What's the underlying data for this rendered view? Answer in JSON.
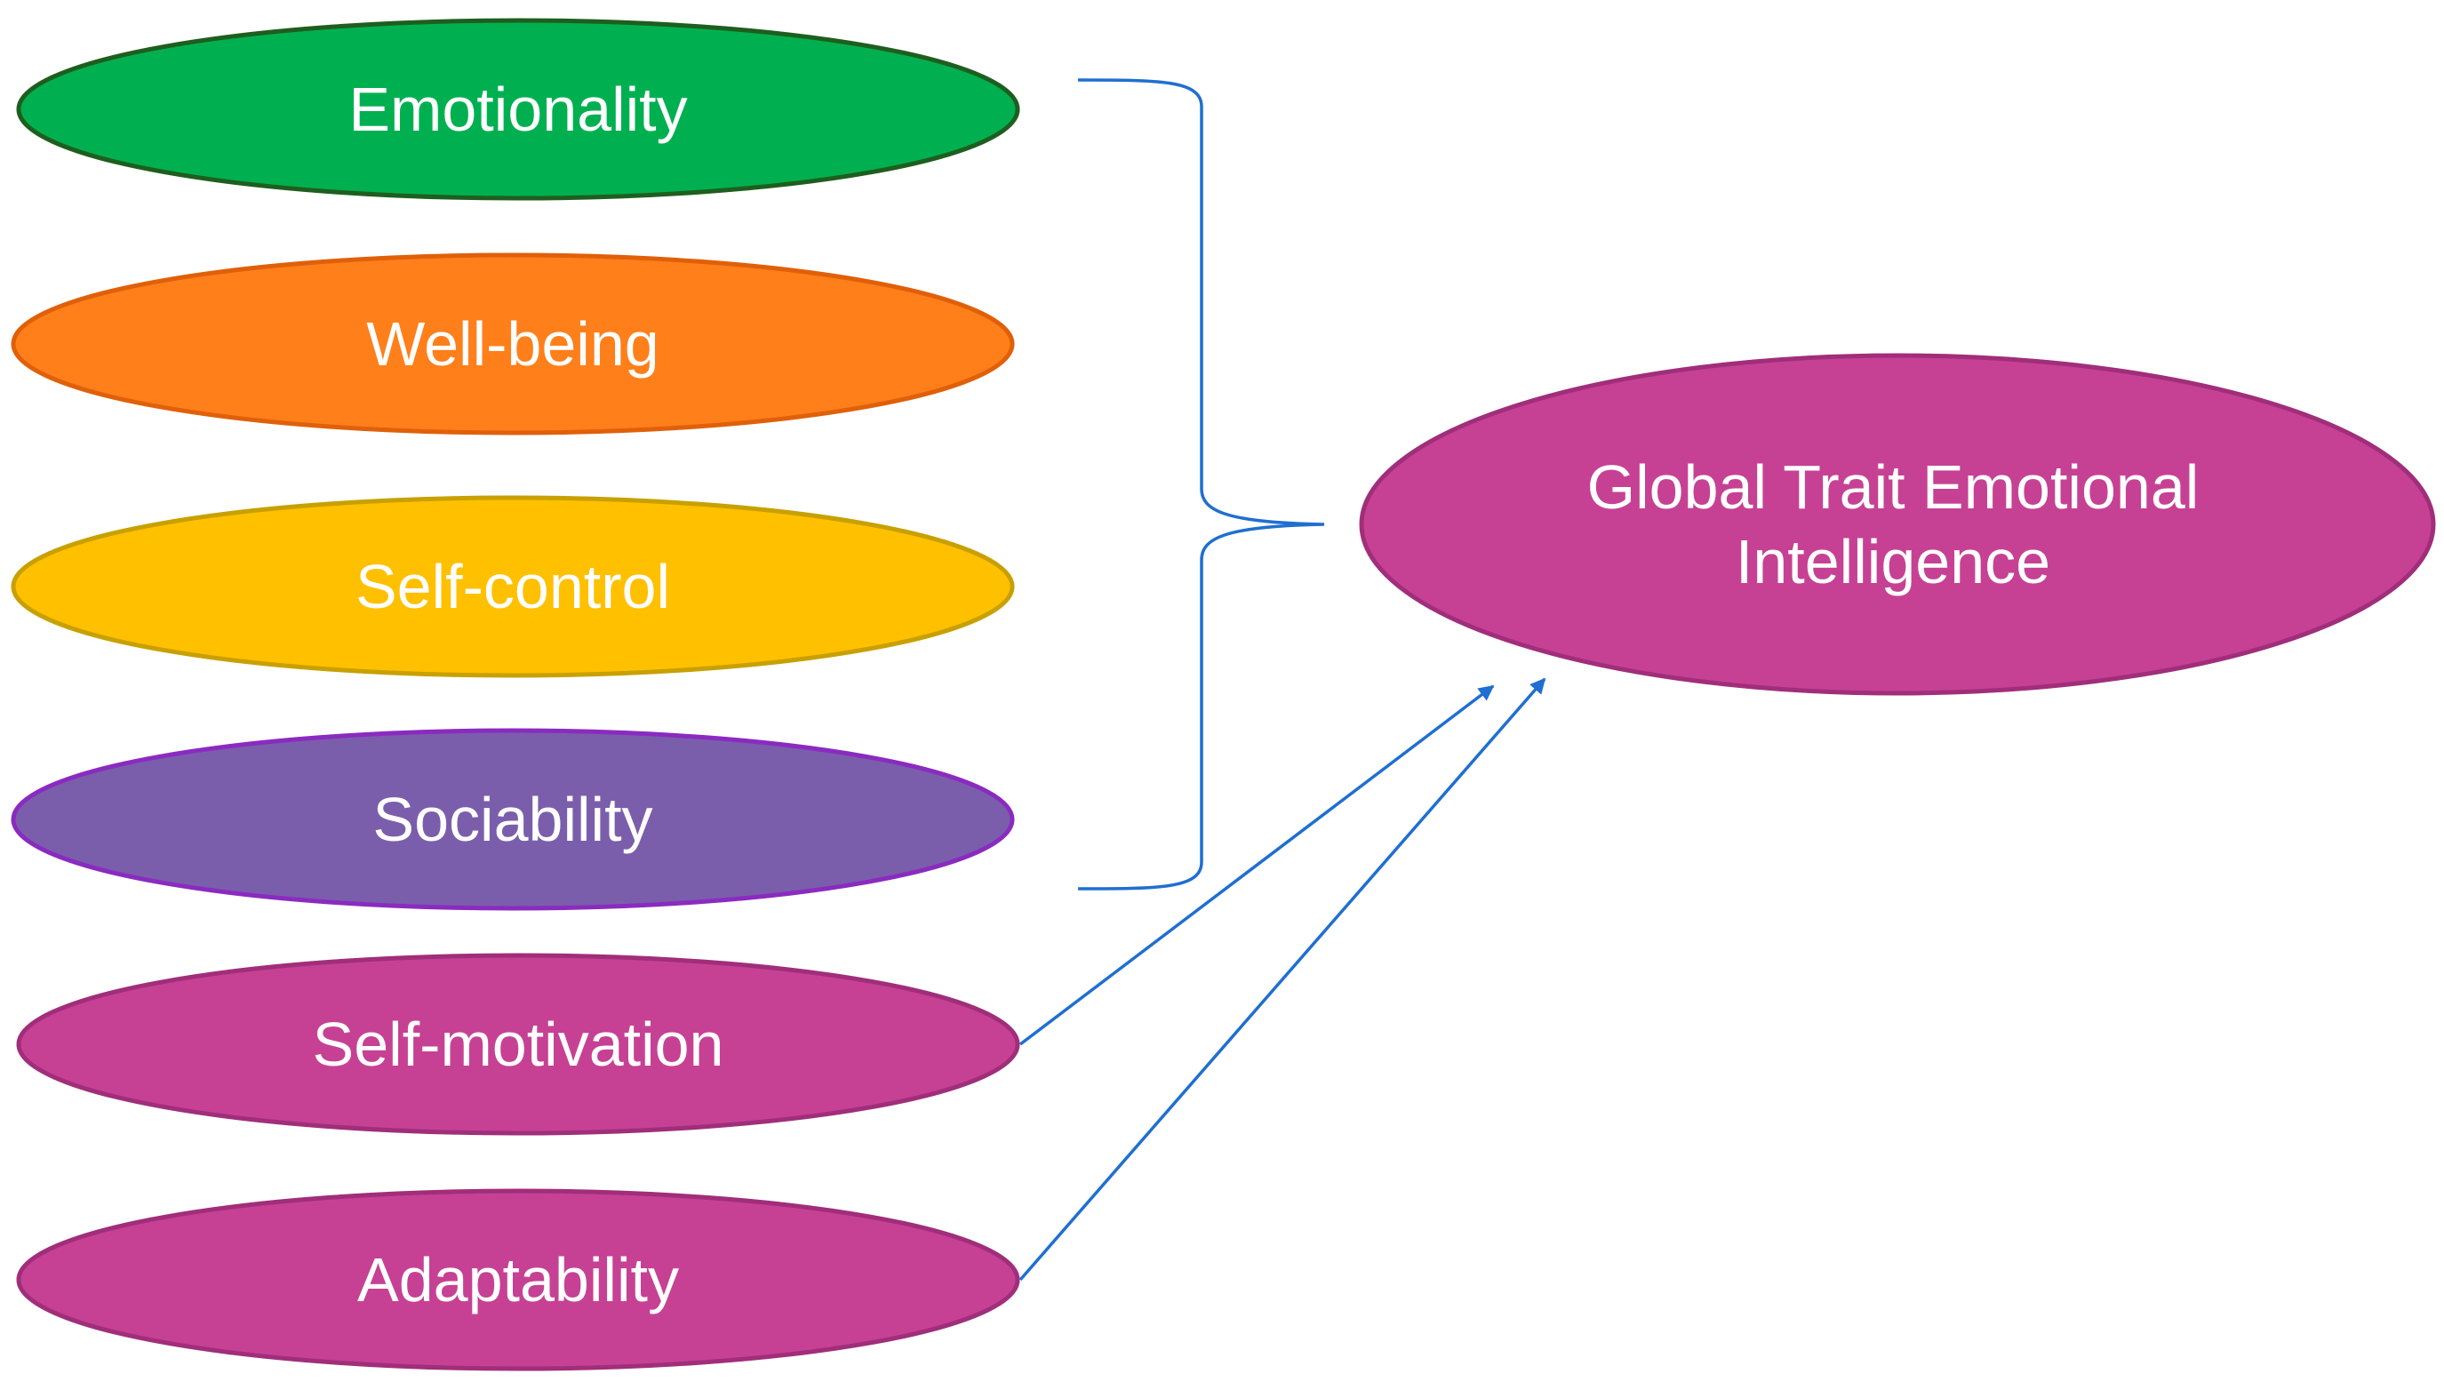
{
  "diagram": {
    "factors": [
      {
        "id": "emotionality",
        "label": "Emotionality",
        "fill": "#00B050",
        "stroke": "#1E5E1E"
      },
      {
        "id": "well-being",
        "label": "Well-being",
        "fill": "#FF7F1A",
        "stroke": "#E0600A"
      },
      {
        "id": "self-control",
        "label": "Self-control",
        "fill": "#FFC000",
        "stroke": "#C8A000"
      },
      {
        "id": "sociability",
        "label": "Sociability",
        "fill": "#7B5EAB",
        "stroke": "#8A2BC0"
      },
      {
        "id": "self-motivation",
        "label": "Self-motivation",
        "fill": "#C64194",
        "stroke": "#A02E7A"
      },
      {
        "id": "adaptability",
        "label": "Adaptability",
        "fill": "#C64194",
        "stroke": "#A02E7A"
      }
    ],
    "target": {
      "label_line1": "Global Trait Emotional",
      "label_line2": "Intelligence",
      "fill": "#C64194",
      "stroke": "#A02E7A"
    },
    "connector_color": "#1F6FD1"
  }
}
